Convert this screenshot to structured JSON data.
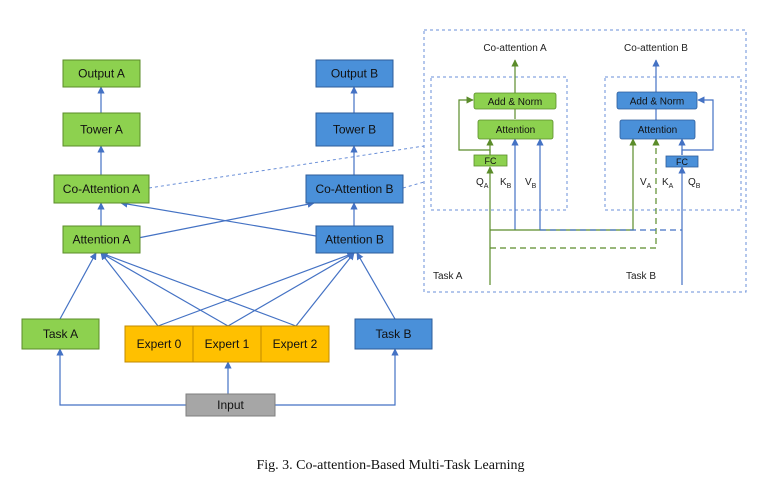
{
  "colors": {
    "green": "#8DD14F",
    "blue": "#4A90D9",
    "orange": "#FFC000",
    "gray": "#A6A6A6",
    "green_line": "#5B8C2A",
    "blue_line": "#4472C4",
    "dashed_border": "#6A8FD8"
  },
  "left": {
    "output_a": "Output A",
    "output_b": "Output B",
    "tower_a": "Tower A",
    "tower_b": "Tower B",
    "coatt_a": "Co-Attention A",
    "coatt_b": "Co-Attention B",
    "att_a": "Attention A",
    "att_b": "Attention B",
    "task_a": "Task A",
    "task_b": "Task B",
    "expert_0": "Expert 0",
    "expert_1": "Expert 1",
    "expert_2": "Expert 2",
    "input": "Input"
  },
  "detail": {
    "coatt_a_title": "Co-attention A",
    "coatt_b_title": "Co-attention B",
    "add_norm_a": "Add & Norm",
    "add_norm_b": "Add & Norm",
    "attention_a": "Attention",
    "attention_b": "Attention",
    "fc_a": "FC",
    "fc_b": "FC",
    "task_a": "Task A",
    "task_b": "Task B",
    "qa_main": "Q",
    "qa_sub": "A",
    "kb_main": "K",
    "kb_sub": "B",
    "vb_main": "V",
    "vb_sub": "B",
    "va_main": "V",
    "va_sub": "A",
    "ka_main": "K",
    "ka_sub": "A",
    "qb_main": "Q",
    "qb_sub": "B"
  },
  "caption": "Fig. 3.  Co-attention-Based Multi-Task Learning"
}
